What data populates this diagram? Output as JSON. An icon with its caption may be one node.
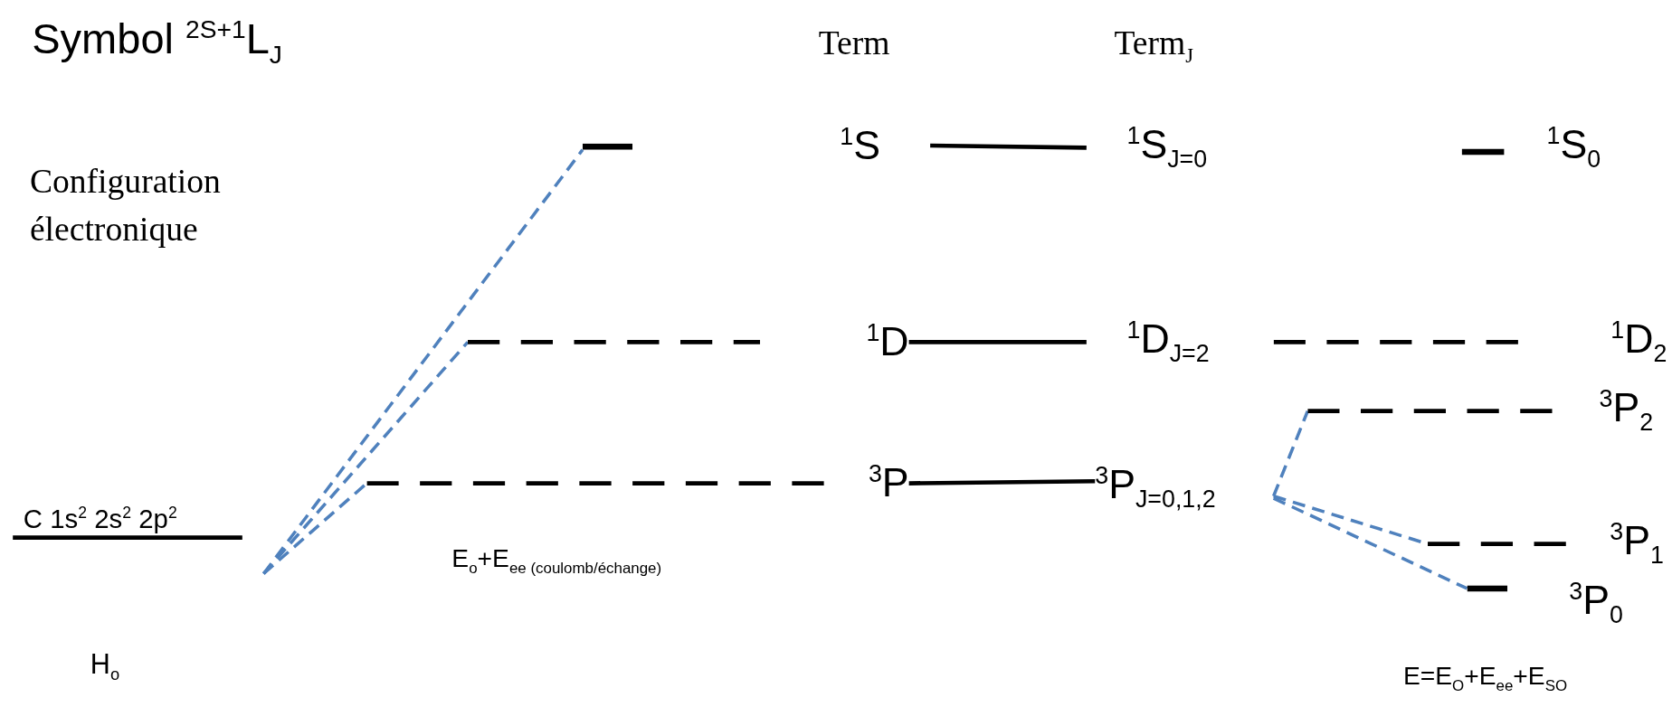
{
  "diagram": {
    "nodes": [
      {
        "text": [
          "C 1s$^{2}$ 2s$^{2}$ 2p$^{2}$"
        ]
      },
      {
        "text": [],
        "shape": "bar"
      },
      {
        "text": [
          "$^{1}$S"
        ]
      },
      {
        "text": [
          "$^{1}$D"
        ]
      },
      {
        "text": [
          "$^{3}$P"
        ]
      },
      {
        "text": [
          "$^{1}$S$_{J=0}$"
        ]
      },
      {
        "text": [
          "$^{1}$D$_{J=2}$"
        ]
      },
      {
        "text": [
          "$^{3}$P$_{J=0,1,2}$"
        ]
      },
      {
        "text": [],
        "shape": "bar"
      },
      {
        "text": [
          "$^{1}$S$_{0}$"
        ]
      },
      {
        "text": [
          "$^{1}$D$_{2}$"
        ]
      },
      {
        "text": [
          "$^{3}$P$_{2}$"
        ]
      },
      {
        "text": [
          "$^{3}$P$_{1}$"
        ]
      },
      {
        "text": [],
        "shape": "bar"
      },
      {
        "text": [
          "$^{3}$P$_{0}$"
        ]
      }
    ],
    "edges": [
      {
        "from": 0,
        "to": 1,
        "arrow": "none",
        "style": "dashed",
        "color": "#4f81bd"
      },
      {
        "from": 0,
        "to": 3,
        "arrow": "none",
        "style": "dashed",
        "color": "#4f81bd"
      },
      {
        "from": 0,
        "to": 4,
        "arrow": "none",
        "style": "dashed",
        "color": "#4f81bd"
      },
      {
        "from": 2,
        "to": 5,
        "arrow": "none",
        "color": "#000000"
      },
      {
        "from": 3,
        "to": 6,
        "arrow": "none",
        "color": "#000000"
      },
      {
        "from": 4,
        "to": 7,
        "arrow": "none",
        "color": "#000000"
      },
      {
        "from": 7,
        "to": 11,
        "arrow": "none",
        "style": "dashed",
        "color": "#4f81bd"
      },
      {
        "from": 7,
        "to": 12,
        "arrow": "none",
        "style": "dashed",
        "color": "#4f81bd"
      },
      {
        "from": 7,
        "to": 13,
        "arrow": "none",
        "style": "dashed",
        "color": "#4f81bd"
      }
    ],
    "labels": [
      "Symbol $^{2S+1}$L$_{J}$",
      "Term",
      "Term$_{J}$",
      "Configuration électronique",
      "E$_{o}$+E$_{ee (coulomb/échange)}$",
      "H$_{o}$",
      "E=E$_{O}$+E$_{ee}$+E$_{SO}$"
    ]
  }
}
